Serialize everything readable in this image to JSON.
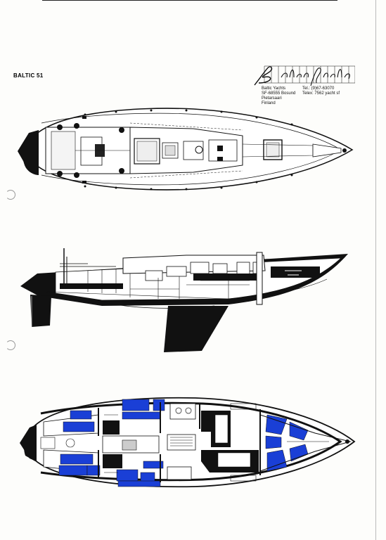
{
  "document": {
    "model_title": "BALTIC 51",
    "logo_text": "Baltic Yachts",
    "company": {
      "address_lines": [
        "Baltic Yachts",
        "SF-68555 Bosund",
        "Pietarsaari",
        "Finland"
      ],
      "contact_lines": [
        "Tel.: (9)67-63070",
        "Telex: 7562 yacht sf"
      ]
    }
  },
  "colors": {
    "ink": "#111111",
    "cushion_blue": "#1a3fd6",
    "paper": "#fdfdfb"
  },
  "views": [
    "deck-plan",
    "profile-section",
    "accommodation-plan"
  ]
}
